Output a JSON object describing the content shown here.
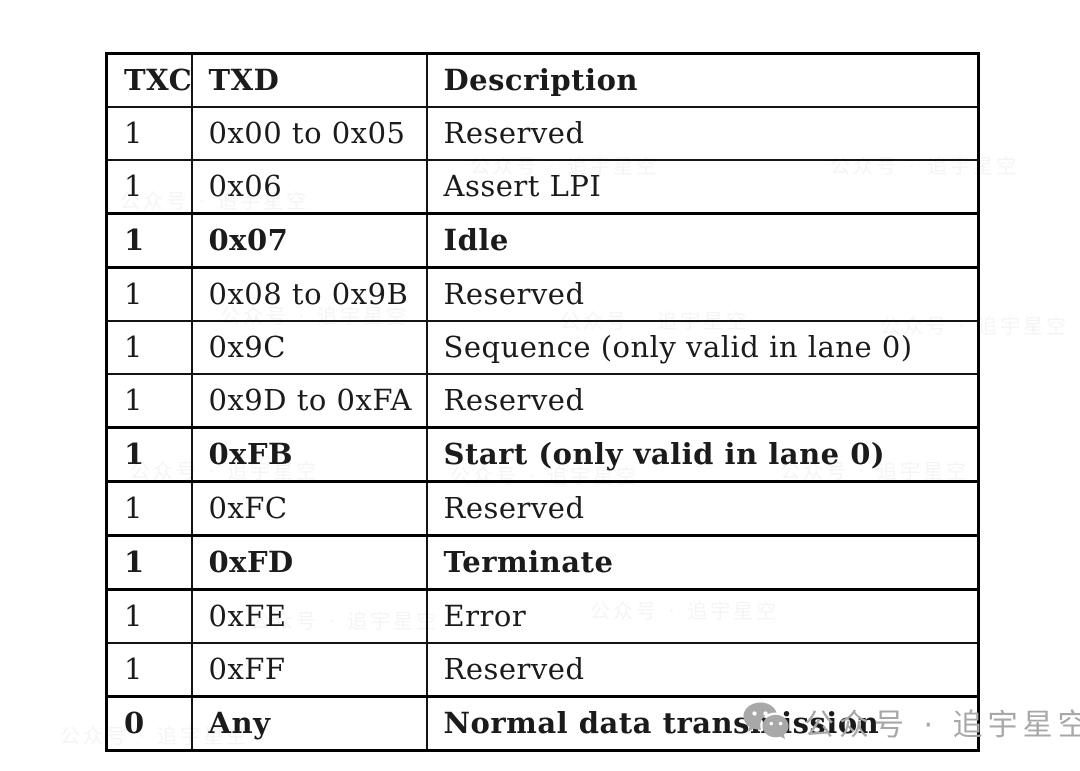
{
  "page": {
    "background_color": "#ffffff",
    "text_color": "#1b1b1b",
    "border_color": "#000000"
  },
  "table": {
    "columns": [
      {
        "key": "txc",
        "label": "TXC"
      },
      {
        "key": "txd",
        "label": "TXD"
      },
      {
        "key": "description",
        "label": "Description"
      }
    ],
    "rows": [
      {
        "txc": "1",
        "txd": "0x00 to 0x05",
        "description": "Reserved",
        "emphasis": false
      },
      {
        "txc": "1",
        "txd": "0x06",
        "description": "Assert LPI",
        "emphasis": false
      },
      {
        "txc": "1",
        "txd": "0x07",
        "description": "Idle",
        "emphasis": true
      },
      {
        "txc": "1",
        "txd": "0x08 to 0x9B",
        "description": "Reserved",
        "emphasis": false
      },
      {
        "txc": "1",
        "txd": "0x9C",
        "description": "Sequence (only valid in lane 0)",
        "emphasis": false
      },
      {
        "txc": "1",
        "txd": "0x9D to 0xFA",
        "description": "Reserved",
        "emphasis": false
      },
      {
        "txc": "1",
        "txd": "0xFB",
        "description": "Start (only valid in lane 0)",
        "emphasis": true
      },
      {
        "txc": "1",
        "txd": "0xFC",
        "description": "Reserved",
        "emphasis": false
      },
      {
        "txc": "1",
        "txd": "0xFD",
        "description": "Terminate",
        "emphasis": true
      },
      {
        "txc": "1",
        "txd": "0xFE",
        "description": "Error",
        "emphasis": false
      },
      {
        "txc": "1",
        "txd": "0xFF",
        "description": "Reserved",
        "emphasis": false
      },
      {
        "txc": "0",
        "txd": "Any",
        "description": "Normal data transmission",
        "emphasis": true
      }
    ]
  },
  "watermark": {
    "icon": "wechat-icon",
    "label": "公众号 · 追宇星空",
    "color": "#a8a8a8"
  }
}
